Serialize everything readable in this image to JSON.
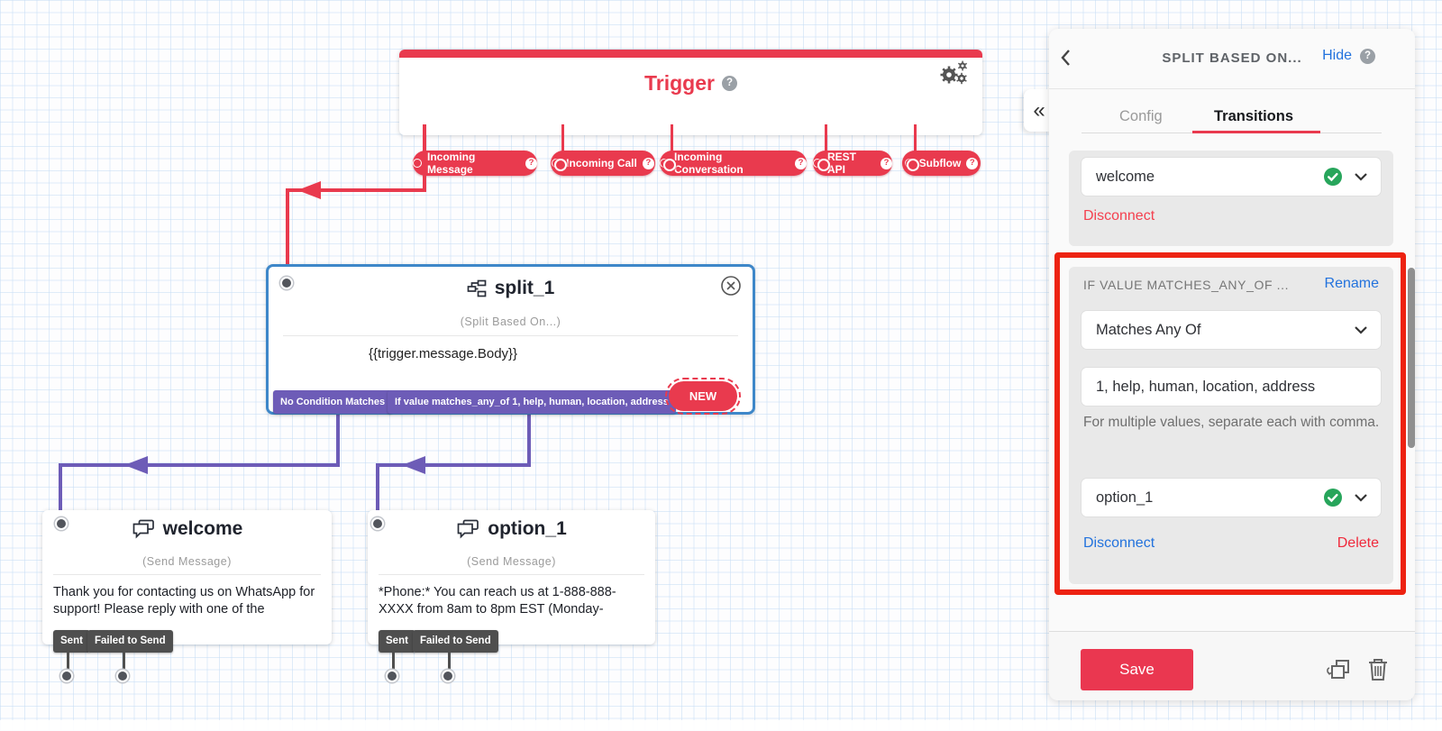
{
  "canvas": {
    "trigger": {
      "title": "Trigger",
      "pills": [
        {
          "label": "Incoming Message"
        },
        {
          "label": "Incoming Call"
        },
        {
          "label": "Incoming Conversation"
        },
        {
          "label": "REST API"
        },
        {
          "label": "Subflow"
        }
      ]
    },
    "split_node": {
      "title": "split_1",
      "subtitle": "(Split Based On...)",
      "body": "{{trigger.message.Body}}",
      "transitions": [
        {
          "label": "No Condition Matches"
        },
        {
          "label": "If value matches_any_of 1, help, human, location, address"
        }
      ],
      "new_label": "NEW"
    },
    "welcome_node": {
      "title": "welcome",
      "subtitle": "(Send Message)",
      "body": "Thank you for contacting us on WhatsApp for support! Please reply with one of the",
      "tags": [
        "Sent",
        "Failed to Send"
      ]
    },
    "option_node": {
      "title": "option_1",
      "subtitle": "(Send Message)",
      "body": "*Phone:* You can reach us at 1-888-888-XXXX from 8am to 8pm EST (Monday-",
      "tags": [
        "Sent",
        "Failed to Send"
      ]
    }
  },
  "panel": {
    "title": "SPLIT BASED ON...",
    "hide_label": "Hide",
    "collapse_glyph": "«",
    "tabs": [
      {
        "label": "Config"
      },
      {
        "label": "Transitions"
      }
    ],
    "transition_welcome": {
      "value": "welcome",
      "disconnect_label": "Disconnect"
    },
    "condition_block": {
      "label": "IF VALUE MATCHES_ANY_OF ...",
      "rename_label": "Rename",
      "operator_value": "Matches Any Of",
      "match_value": "1, help, human, location, address",
      "helper_text": "For multiple values, separate each with comma.",
      "target_value": "option_1",
      "disconnect_label": "Disconnect",
      "delete_label": "Delete"
    },
    "save_label": "Save",
    "help_glyph": "?"
  },
  "colors": {
    "accent_red": "#e93a4e",
    "highlight_red": "#ed2211",
    "split_border_blue": "#3e87c9",
    "transition_purple": "#6d5cb7",
    "link_blue": "#2272dd",
    "link_coral": "#f4404f",
    "success_green": "#27a55b",
    "tag_gray": "#4f4f4f"
  }
}
